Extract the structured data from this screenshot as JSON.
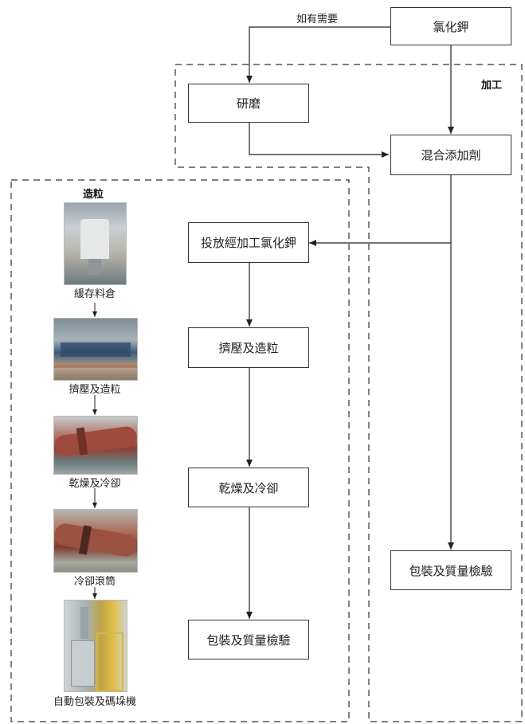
{
  "nodes": {
    "potassium_chloride": "氯化鉀",
    "grinding": "研磨",
    "mixing_additives": "混合添加劑",
    "feed_processed_kcl": "投放經加工氯化鉀",
    "compaction_granulation": "擠壓及造粒",
    "drying_cooling": "乾燥及冷卻",
    "packaging_qc_granulation": "包裝及質量檢驗",
    "packaging_qc_processing": "包裝及質量檢驗"
  },
  "edge_labels": {
    "if_needed": "如有需要"
  },
  "sections": {
    "processing": "加工",
    "granulation": "造粒"
  },
  "photos": [
    {
      "caption": "緩存料倉",
      "icon": "silo-photo"
    },
    {
      "caption": "擠壓及造粒",
      "icon": "compactor-photo"
    },
    {
      "caption": "乾燥及冷卻",
      "icon": "dryer-drum-photo"
    },
    {
      "caption": "冷卻滾筒",
      "icon": "cooling-drum-photo"
    },
    {
      "caption": "自動包裝及碼垛機",
      "icon": "packaging-machine-photo"
    }
  ]
}
